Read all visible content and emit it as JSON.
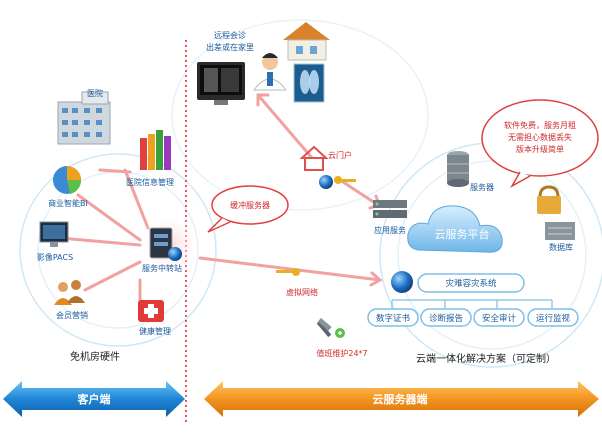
{
  "remote": {
    "line1": "远程会诊",
    "line2": "出差或在家里"
  },
  "cloud_portal": "云门户",
  "note_right": {
    "line1": "软件免费，服务月租",
    "line2": "无需担心数据丢失",
    "line3": "版本升级简单"
  },
  "servers": "服务器",
  "database": "数据库",
  "cloud_platform": "云服务平台",
  "app_service": "应用服务",
  "buffer_server": "缓冲服务器",
  "hospital": "医院",
  "his": "医院信息管理",
  "bi": "商业智能BI",
  "pacs": "影像PACS",
  "service_hub": "服务中转站",
  "member": "会员营销",
  "health": "健康管理",
  "vpn": "虚拟网络",
  "dr": "灾难容灾系统",
  "pills": [
    "数字证书",
    "诊断报告",
    "安全审计",
    "运行监视"
  ],
  "maintenance": "值班维护24*7",
  "no_room": "免机房硬件",
  "cloud_solution": "云端一体化解决方案（可定制）",
  "client_side": "客户端",
  "cloud_side": "云服务器端",
  "colors": {
    "client_arrow": "#2a8ed8",
    "cloud_arrow": "#f39420",
    "divider": "#e02020",
    "bubble": "#e04040",
    "pink_arrow": "#f2a0a0"
  }
}
